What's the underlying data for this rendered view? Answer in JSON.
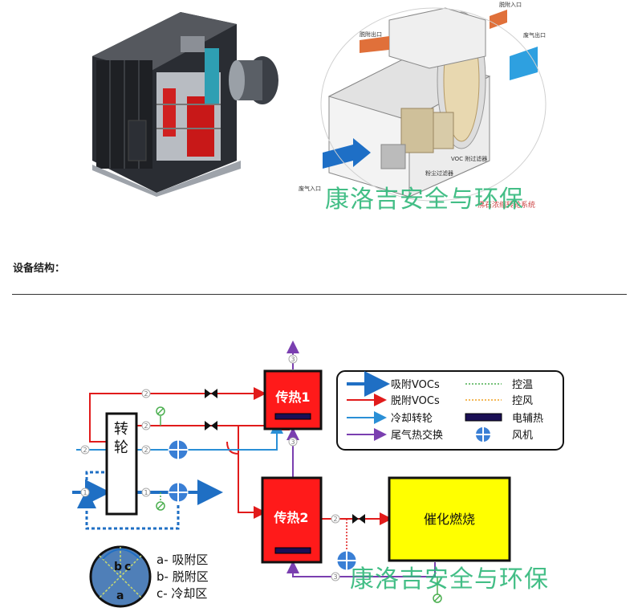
{
  "top": {
    "left_photo": "regenerative thermal oxidizer unit (3D render)",
    "right_photo": "zeolite rotor concentrator diagram",
    "right_labels": {
      "desorb_inlet": "脱附入口",
      "desorb_outlet": "脱附出口",
      "exhaust_outlet": "废气出口",
      "voc_filter": "VOC 附过滤器",
      "dust_filter": "粉尘过滤器",
      "exhaust_inlet": "废气入口",
      "caption": "沸石浓缩转轮系统"
    },
    "watermark": "康洛吉安全与环保"
  },
  "section_title": "设备结构：",
  "diagram": {
    "rotor_label": "转轮",
    "heat1_label": "传热1",
    "heat2_label": "传热2",
    "catalytic_label": "催化燃烧",
    "legend": {
      "adsorb": "吸附VOCs",
      "desorb": "脱附VOCs",
      "cool": "冷却转轮",
      "tail": "尾气热交换",
      "temp_ctrl": "控温",
      "wind_ctrl": "控风",
      "electric": "电辅热",
      "fan": "风机"
    },
    "zones": {
      "a": "a- 吸附区",
      "b": "b- 脱附区",
      "c": "c- 冷却区"
    },
    "watermark": "康洛吉安全与环保",
    "nums": {
      "n1": "1",
      "n2": "2",
      "n3": "3"
    }
  },
  "colors": {
    "adsorb": "#1f6fc4",
    "desorb": "#e11b1b",
    "cool": "#2a8fd6",
    "tail": "#7a3fb0",
    "temp": "#4caf50",
    "wind": "#f0a020",
    "box_red": "#ff1a1a",
    "box_yellow": "#ffff00"
  }
}
